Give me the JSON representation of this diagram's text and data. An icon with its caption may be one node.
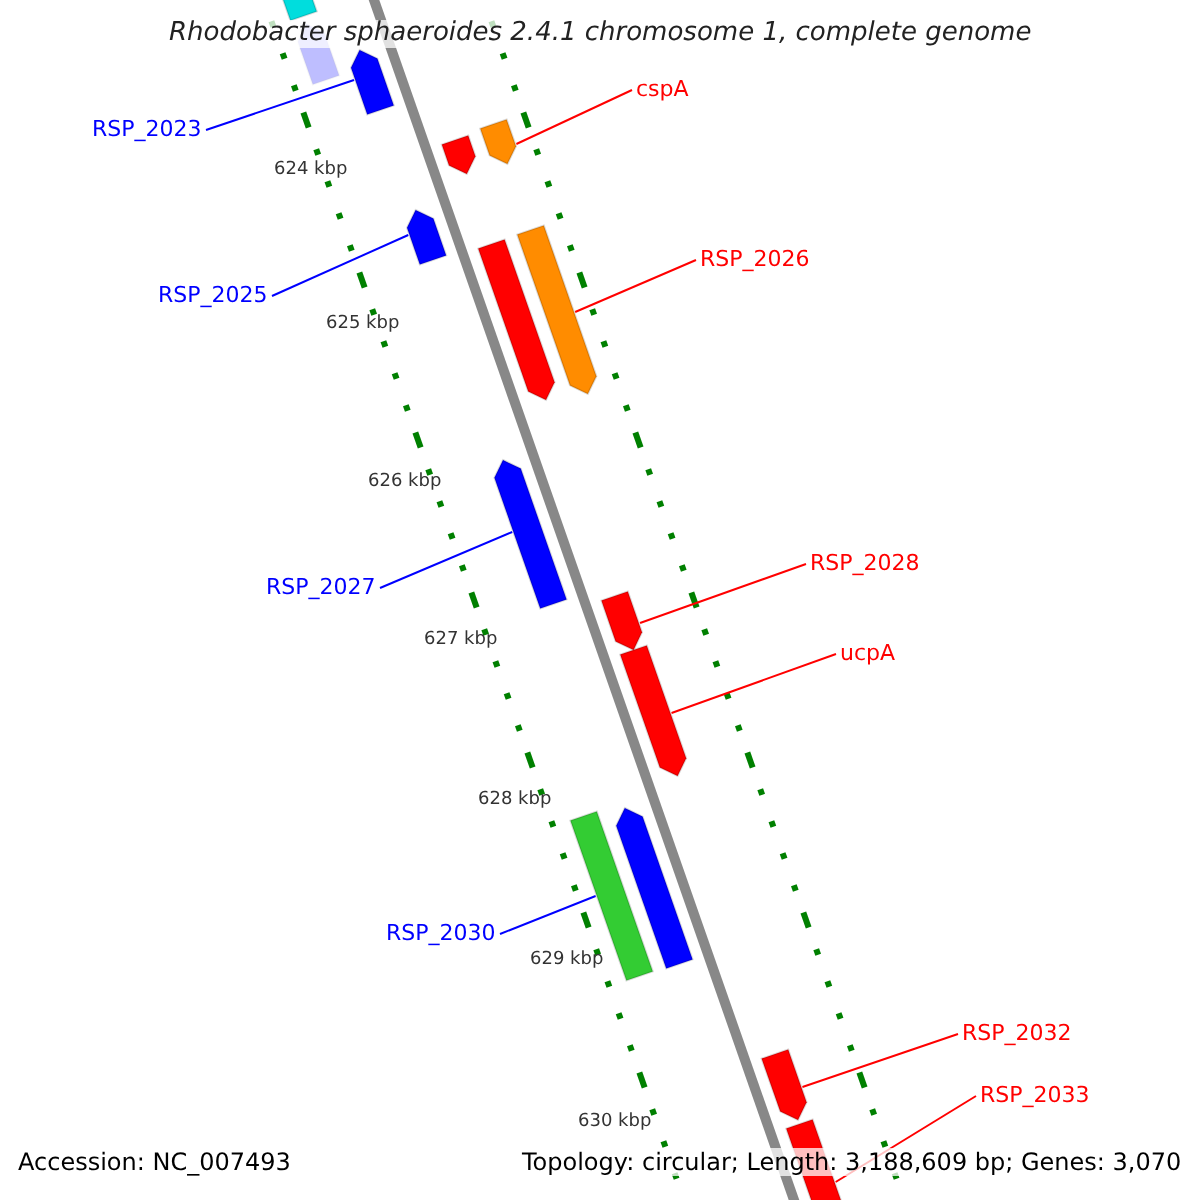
{
  "diagram": {
    "title": "Rhodobacter sphaeroides 2.4.1 chromosome 1, complete genome",
    "nodes": [
      {
        "text": [
          "RSP_2023"
        ]
      },
      {
        "text": [
          "cspA"
        ]
      },
      {
        "text": [
          "RSP_2025"
        ]
      },
      {
        "text": [
          "RSP_2026"
        ]
      },
      {
        "text": [
          "RSP_2027"
        ]
      },
      {
        "text": [
          "RSP_2028"
        ]
      },
      {
        "text": [
          "ucpA"
        ]
      },
      {
        "text": [
          "RSP_2030"
        ]
      },
      {
        "text": [
          "RSP_2032"
        ]
      },
      {
        "text": [
          "RSP_2033"
        ]
      },
      {
        "text": [],
        "shape": "bar"
      },
      {
        "text": [],
        "shape": "bar"
      },
      {
        "text": [],
        "shape": "bar"
      },
      {
        "text": [],
        "shape": "bar"
      },
      {
        "text": [],
        "shape": "bar"
      },
      {
        "text": [],
        "shape": "bar"
      },
      {
        "text": [],
        "shape": "bar"
      },
      {
        "text": [],
        "shape": "bar"
      },
      {
        "text": [],
        "shape": "bar"
      },
      {
        "text": [],
        "shape": "bar"
      },
      {
        "text": [],
        "shape": "bar"
      },
      {
        "text": [],
        "shape": "bar"
      },
      {
        "text": [],
        "shape": "bar"
      },
      {
        "text": [],
        "shape": "bar"
      },
      {
        "text": [],
        "shape": "bar"
      }
    ],
    "edges": [
      {
        "from": 0,
        "to": 12,
        "arrow": "none",
        "color": "#0000ff"
      },
      {
        "from": 1,
        "to": 13,
        "arrow": "none"
      },
      {
        "from": 2,
        "to": 15,
        "arrow": "none",
        "color": "#0000ff"
      },
      {
        "from": 3,
        "to": 16,
        "arrow": "none"
      },
      {
        "from": 4,
        "to": 18,
        "arrow": "none",
        "color": "#0000ff"
      },
      {
        "from": 5,
        "to": 19,
        "arrow": "none"
      },
      {
        "from": 6,
        "to": 20,
        "arrow": "none"
      },
      {
        "from": 7,
        "to": 22,
        "arrow": "none",
        "color": "#0000ff"
      },
      {
        "from": 8,
        "to": 23,
        "arrow": "none"
      },
      {
        "from": 9,
        "to": 24,
        "arrow": "none"
      }
    ],
    "labels": [
      "624 kbp",
      "625 kbp",
      "626 kbp",
      "627 kbp",
      "628 kbp",
      "629 kbp",
      "630 kbp",
      "Accession: NC_007493",
      "Topology: circular; Length: 3,188,609 bp; Genes: 3,070"
    ]
  }
}
